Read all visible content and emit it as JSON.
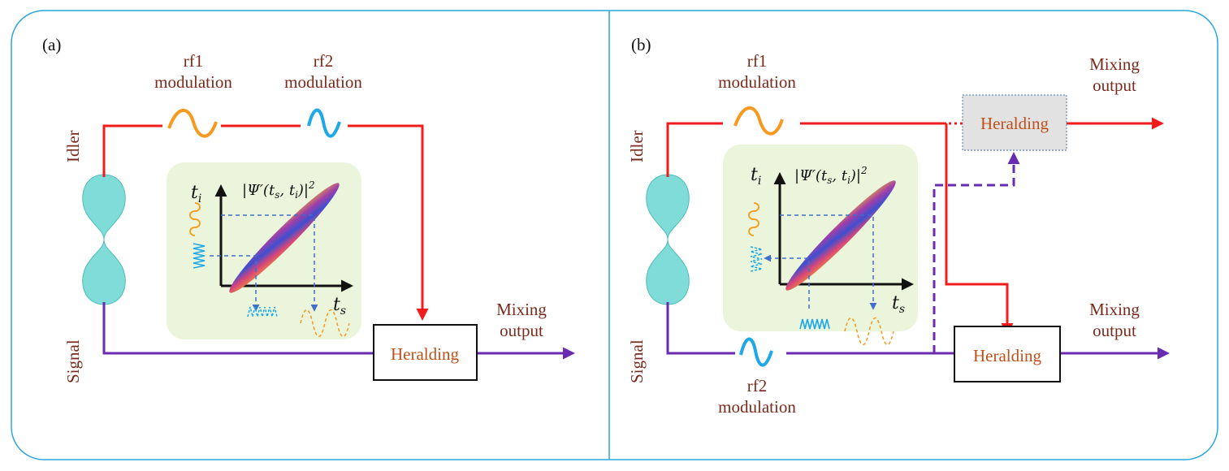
{
  "panels": [
    {
      "id": "a",
      "label": "(a)",
      "idler_label": "Idler",
      "signal_label": "Signal",
      "rf1_line1": "rf1",
      "rf1_line2": "modulation",
      "rf2_line1": "rf2",
      "rf2_line2": "modulation",
      "heralding_label": "Heralding",
      "output_line1": "Mixing",
      "output_line2": "output",
      "inset": {
        "y_axis_label": "t",
        "y_axis_sub": "i",
        "x_axis_label": "t",
        "x_axis_sub": "s",
        "formula": "|Ψ′(t",
        "formula_s": "s",
        "formula_mid": ", t",
        "formula_i": "i",
        "formula_end": ")|",
        "formula_sup": "2"
      }
    },
    {
      "id": "b",
      "label": "(b)",
      "idler_label": "Idler",
      "signal_label": "Signal",
      "rf1_line1": "rf1",
      "rf1_line2": "modulation",
      "rf2_line1": "rf2",
      "rf2_line2": "modulation",
      "heralding_top_label": "Heralding",
      "heralding_bottom_label": "Heralding",
      "output_top_line1": "Mixing",
      "output_top_line2": "output",
      "output_bottom_line1": "Mixing",
      "output_bottom_line2": "output",
      "inset": {
        "y_axis_label": "t",
        "y_axis_sub": "i",
        "x_axis_label": "t",
        "x_axis_sub": "s",
        "formula": "|Ψ′(t",
        "formula_s": "s",
        "formula_mid": ", t",
        "formula_i": "i",
        "formula_end": ")|",
        "formula_sup": "2"
      }
    }
  ],
  "colors": {
    "frame": "#2aa6df",
    "idler_line": "#f01c1c",
    "signal_line": "#6a2bb0",
    "rf1_wave": "#f59a1e",
    "rf2_wave": "#1ea8e6",
    "source": "#7fdcd8",
    "inset_bg": "#eaf5dc",
    "dashed_guide": "#3f6fc9",
    "herald_text": "#c0501a",
    "label_text": "#7a2a1c"
  }
}
